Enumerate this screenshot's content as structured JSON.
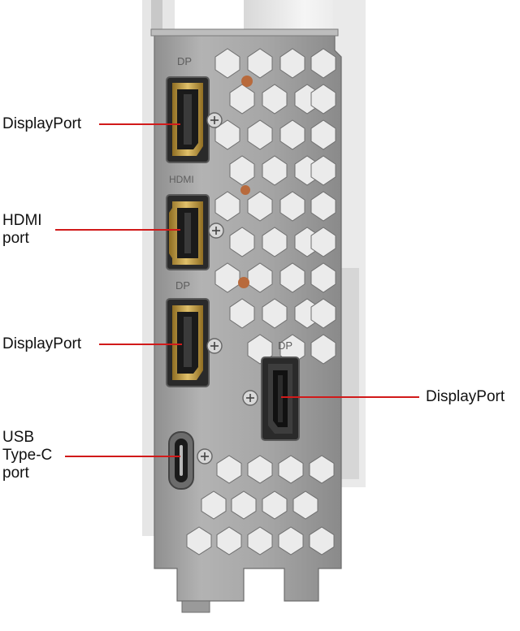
{
  "colors": {
    "background": "#ffffff",
    "bracket_metal": "#a9a9a9",
    "bracket_dark": "#7d7d7d",
    "bracket_shadow": "#5c5c5c",
    "cutout_interior": "#e9e9e9",
    "card_body": "#f1f1f1",
    "port_gold": "#c9a44a",
    "port_dark": "#1c1c1c",
    "leader_line": "#d11a1a",
    "label_text": "#111111",
    "copper": "#b86a3c"
  },
  "bracket": {
    "port_markings": {
      "dp_top": "DP",
      "hdmi": "HDMI",
      "dp_middle": "DP",
      "dp_right": "DP"
    }
  },
  "callouts": {
    "displayport_top": {
      "lines": [
        "DisplayPort"
      ]
    },
    "hdmi": {
      "lines": [
        "HDMI",
        "port"
      ]
    },
    "displayport_middle": {
      "lines": [
        "DisplayPort"
      ]
    },
    "usb_c": {
      "lines": [
        "USB",
        "Type-C",
        "port"
      ]
    },
    "displayport_right": {
      "lines": [
        "DisplayPort"
      ]
    }
  }
}
